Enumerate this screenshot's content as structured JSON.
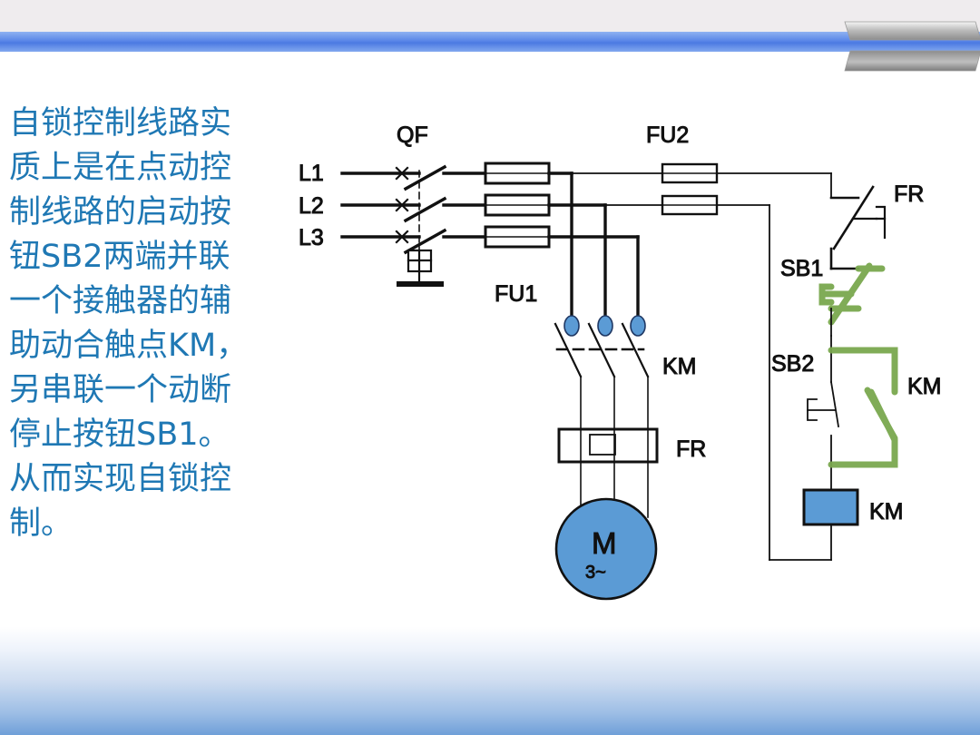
{
  "slide": {
    "background": "#ffffff",
    "accent_blue": "#4b79e2",
    "caption_color": "#1f78b4",
    "motor_fill": "#5b9bd5",
    "coil_fill": "#5b9bd5",
    "highlight_green": "#7aa84f",
    "wire_color": "#111111"
  },
  "header": {
    "band_color": "#4b79e2",
    "strip_color": "#efecee",
    "ribbon_name": "ribbon-decoration"
  },
  "caption": {
    "lines": [
      "自锁控制线路实",
      "质上是在点动控",
      "制线路的启动按",
      "钮SB2两端并联",
      "一个接触器的辅",
      "助动合触点KM，",
      "另串联一个动断",
      "停止按钮SB1。",
      "从而实现自锁控",
      "制。"
    ],
    "full_text": "自锁控制线路实质上是在点动控制线路的启动按钮SB2两端并联一个接触器的辅助动合触点KM，另串联一个动断停止按钮SB1。从而实现自锁控制。"
  },
  "diagram": {
    "title": "self-locking-motor-control-circuit",
    "phase_labels": [
      "L1",
      "L2",
      "L3"
    ],
    "components": [
      {
        "id": "QF",
        "label": "QF",
        "type": "circuit-breaker",
        "desc": "three pole isolating switch with earth"
      },
      {
        "id": "FU1",
        "label": "FU1",
        "type": "main-fuse",
        "desc": "three main circuit fuses"
      },
      {
        "id": "FU2",
        "label": "FU2",
        "type": "control-fuse",
        "desc": "two control circuit fuses"
      },
      {
        "id": "KM1",
        "label": "KM",
        "type": "contactor-main-contacts",
        "desc": "three normally open main contacts"
      },
      {
        "id": "FR1",
        "label": "FR",
        "type": "thermal-overload-element",
        "desc": "thermal relay heating element"
      },
      {
        "id": "M",
        "label": "M",
        "sub": "3~",
        "type": "motor",
        "desc": "three phase induction motor"
      },
      {
        "id": "FR2",
        "label": "FR",
        "type": "thermal-overload-contact",
        "desc": "normally closed auxiliary contact"
      },
      {
        "id": "SB1",
        "label": "SB1",
        "type": "stop-pushbutton-nc",
        "desc": "normally closed stop button",
        "highlight": true
      },
      {
        "id": "SB2",
        "label": "SB2",
        "type": "start-pushbutton-no",
        "desc": "normally open start button"
      },
      {
        "id": "KM2",
        "label": "KM",
        "type": "holding-contact-no",
        "desc": "auxiliary normally open self-locking contact",
        "highlight": true
      },
      {
        "id": "KM3",
        "label": "KM",
        "type": "contactor-coil",
        "desc": "contactor coil"
      }
    ],
    "labels": {
      "qf": "QF",
      "fu1": "FU1",
      "fu2": "FU2",
      "km_main": "KM",
      "fr_element": "FR",
      "fr_contact": "FR",
      "sb1": "SB1",
      "sb2": "SB2",
      "km_hold": "KM",
      "km_coil": "KM",
      "motor": "M",
      "motor_sub": "3~"
    }
  }
}
